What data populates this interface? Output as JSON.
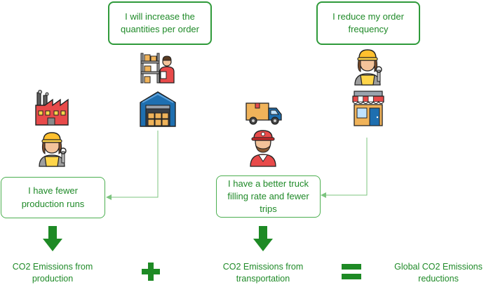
{
  "boxes": {
    "increase_quantities": "I will increase the\nquantities per order",
    "reduce_frequency": "I reduce my order\nfrequency",
    "fewer_runs": "I have fewer\nproduction runs",
    "better_truck": "I have a better truck\nfilling rate and fewer\ntrips"
  },
  "results": {
    "production": "CO2 Emissions from\nproduction",
    "transportation": "CO2 Emissions from\ntransportation",
    "global": "Global CO2 Emissions\nreductions"
  },
  "icons": {
    "factory": "factory-icon",
    "factory_worker": "worker-with-wrench-icon",
    "warehouse_worker": "warehouse-worker-icon",
    "warehouse": "warehouse-icon",
    "truck": "delivery-truck-icon",
    "driver": "truck-driver-icon",
    "store_worker": "store-worker-icon",
    "store": "store-icon"
  },
  "colors": {
    "accent": "#1f8a28",
    "arrow": "#1e8a25",
    "connector": "#7cc47f"
  }
}
